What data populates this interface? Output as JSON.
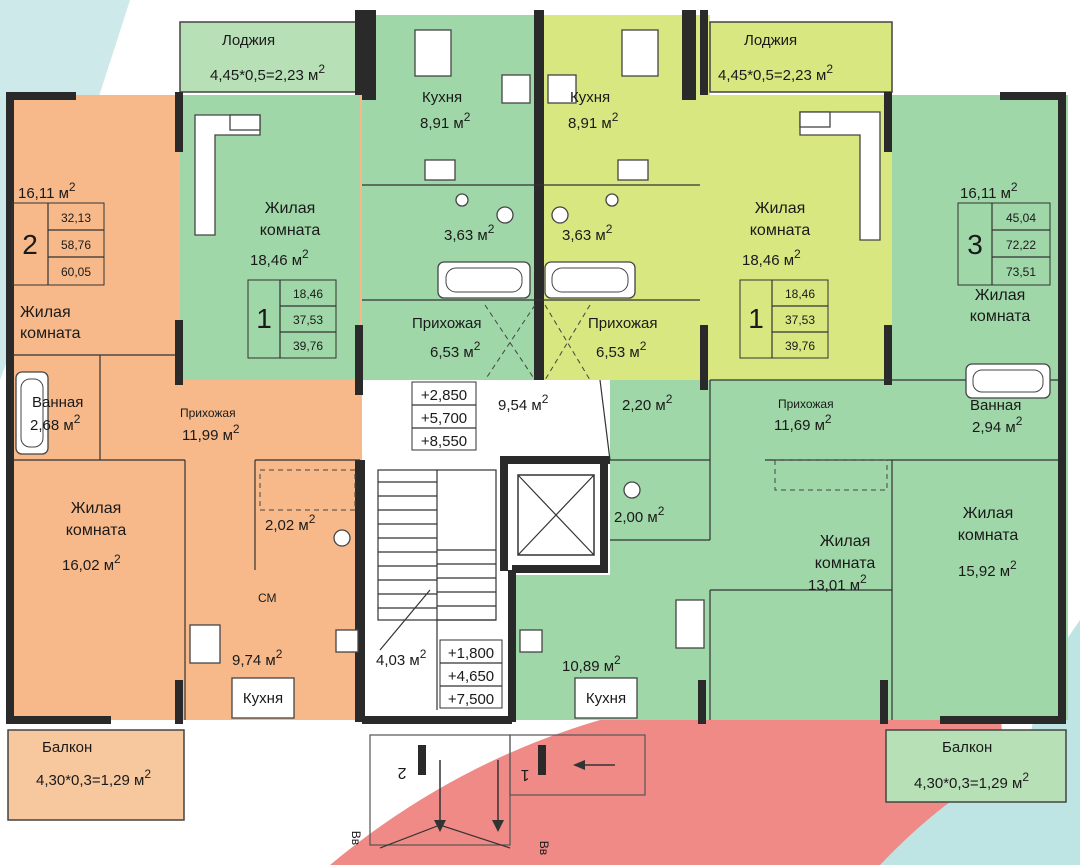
{
  "colors": {
    "orange": "#f7b98a",
    "green": "#9fd7a8",
    "lime": "#d8e780",
    "hall": "#ffffff",
    "wall": "#2a2a2a",
    "bg_teal": "#bfe4e4",
    "bg_red": "#ef7f7f"
  },
  "units": {
    "u2": {
      "number": "2",
      "areas": [
        "32,13",
        "58,76",
        "60,05"
      ],
      "room_top": "16,11 м",
      "room_top_label": "Жилая\nкомната",
      "bath_label": "Ванная",
      "bath_area": "2,68 м",
      "hall_label": "Прихожая",
      "hall_area": "11,99 м",
      "wc_area": "2,02 м",
      "room_bottom_label": "Жилая\nкомната",
      "room_bottom_area": "16,02 м",
      "kitchen_label": "Кухня",
      "kitchen_area": "9,74 м",
      "balcony_label": "Балкон",
      "balcony_area": "4,30*0,3=1,29 м"
    },
    "u1_left": {
      "number": "1",
      "areas": [
        "18,46",
        "37,53",
        "39,76"
      ],
      "loggia_label": "Лоджия",
      "loggia_area": "4,45*0,5=2,23 м",
      "room_label": "Жилая\nкомната",
      "room_area": "18,46 м",
      "kitchen_label": "Кухня",
      "kitchen_area": "8,91 м",
      "bath_area": "3,63 м",
      "hall_label": "Прихожая",
      "hall_area": "6,53 м"
    },
    "u1_right": {
      "number": "1",
      "areas": [
        "18,46",
        "37,53",
        "39,76"
      ],
      "loggia_label": "Лоджия",
      "loggia_area": "4,45*0,5=2,23 м",
      "room_label": "Жилая\nкомната",
      "room_area": "18,46 м",
      "kitchen_label": "Кухня",
      "kitchen_area": "8,91 м",
      "bath_area": "3,63 м",
      "hall_label": "Прихожая",
      "hall_area": "6,53 м"
    },
    "u3": {
      "number": "3",
      "areas": [
        "45,04",
        "72,22",
        "73,51"
      ],
      "room_top": "16,11 м",
      "room_top_label": "Жилая\nкомната",
      "bath_label": "Ванная",
      "bath_area": "2,94 м",
      "hall_label": "Прихожая",
      "hall_area": "11,69 м",
      "wc_area": "2,00 м",
      "hall_small_area": "2,20 м",
      "room_mid_label": "Жилая\nкомната",
      "room_mid_area": "13,01 м",
      "room_right_label": "Жилая\nкомната",
      "room_right_area": "15,92 м",
      "kitchen_label": "Кухня",
      "kitchen_area": "10,89 м",
      "balcony_label": "Балкон",
      "balcony_area": "4,30*0,3=1,29 м"
    }
  },
  "common": {
    "corridor_area": "9,54 м",
    "stair_area": "4,03 м",
    "levels_top": [
      "+2,850",
      "+5,700",
      "+8,550"
    ],
    "levels_bottom": [
      "+1,800",
      "+4,650",
      "+7,500"
    ],
    "section_mark_left": "2",
    "section_mark_right": "1",
    "entrance_left": "Вв",
    "entrance_right": "Вв",
    "sq_sup": "2",
    "cm_label": "СМ"
  }
}
